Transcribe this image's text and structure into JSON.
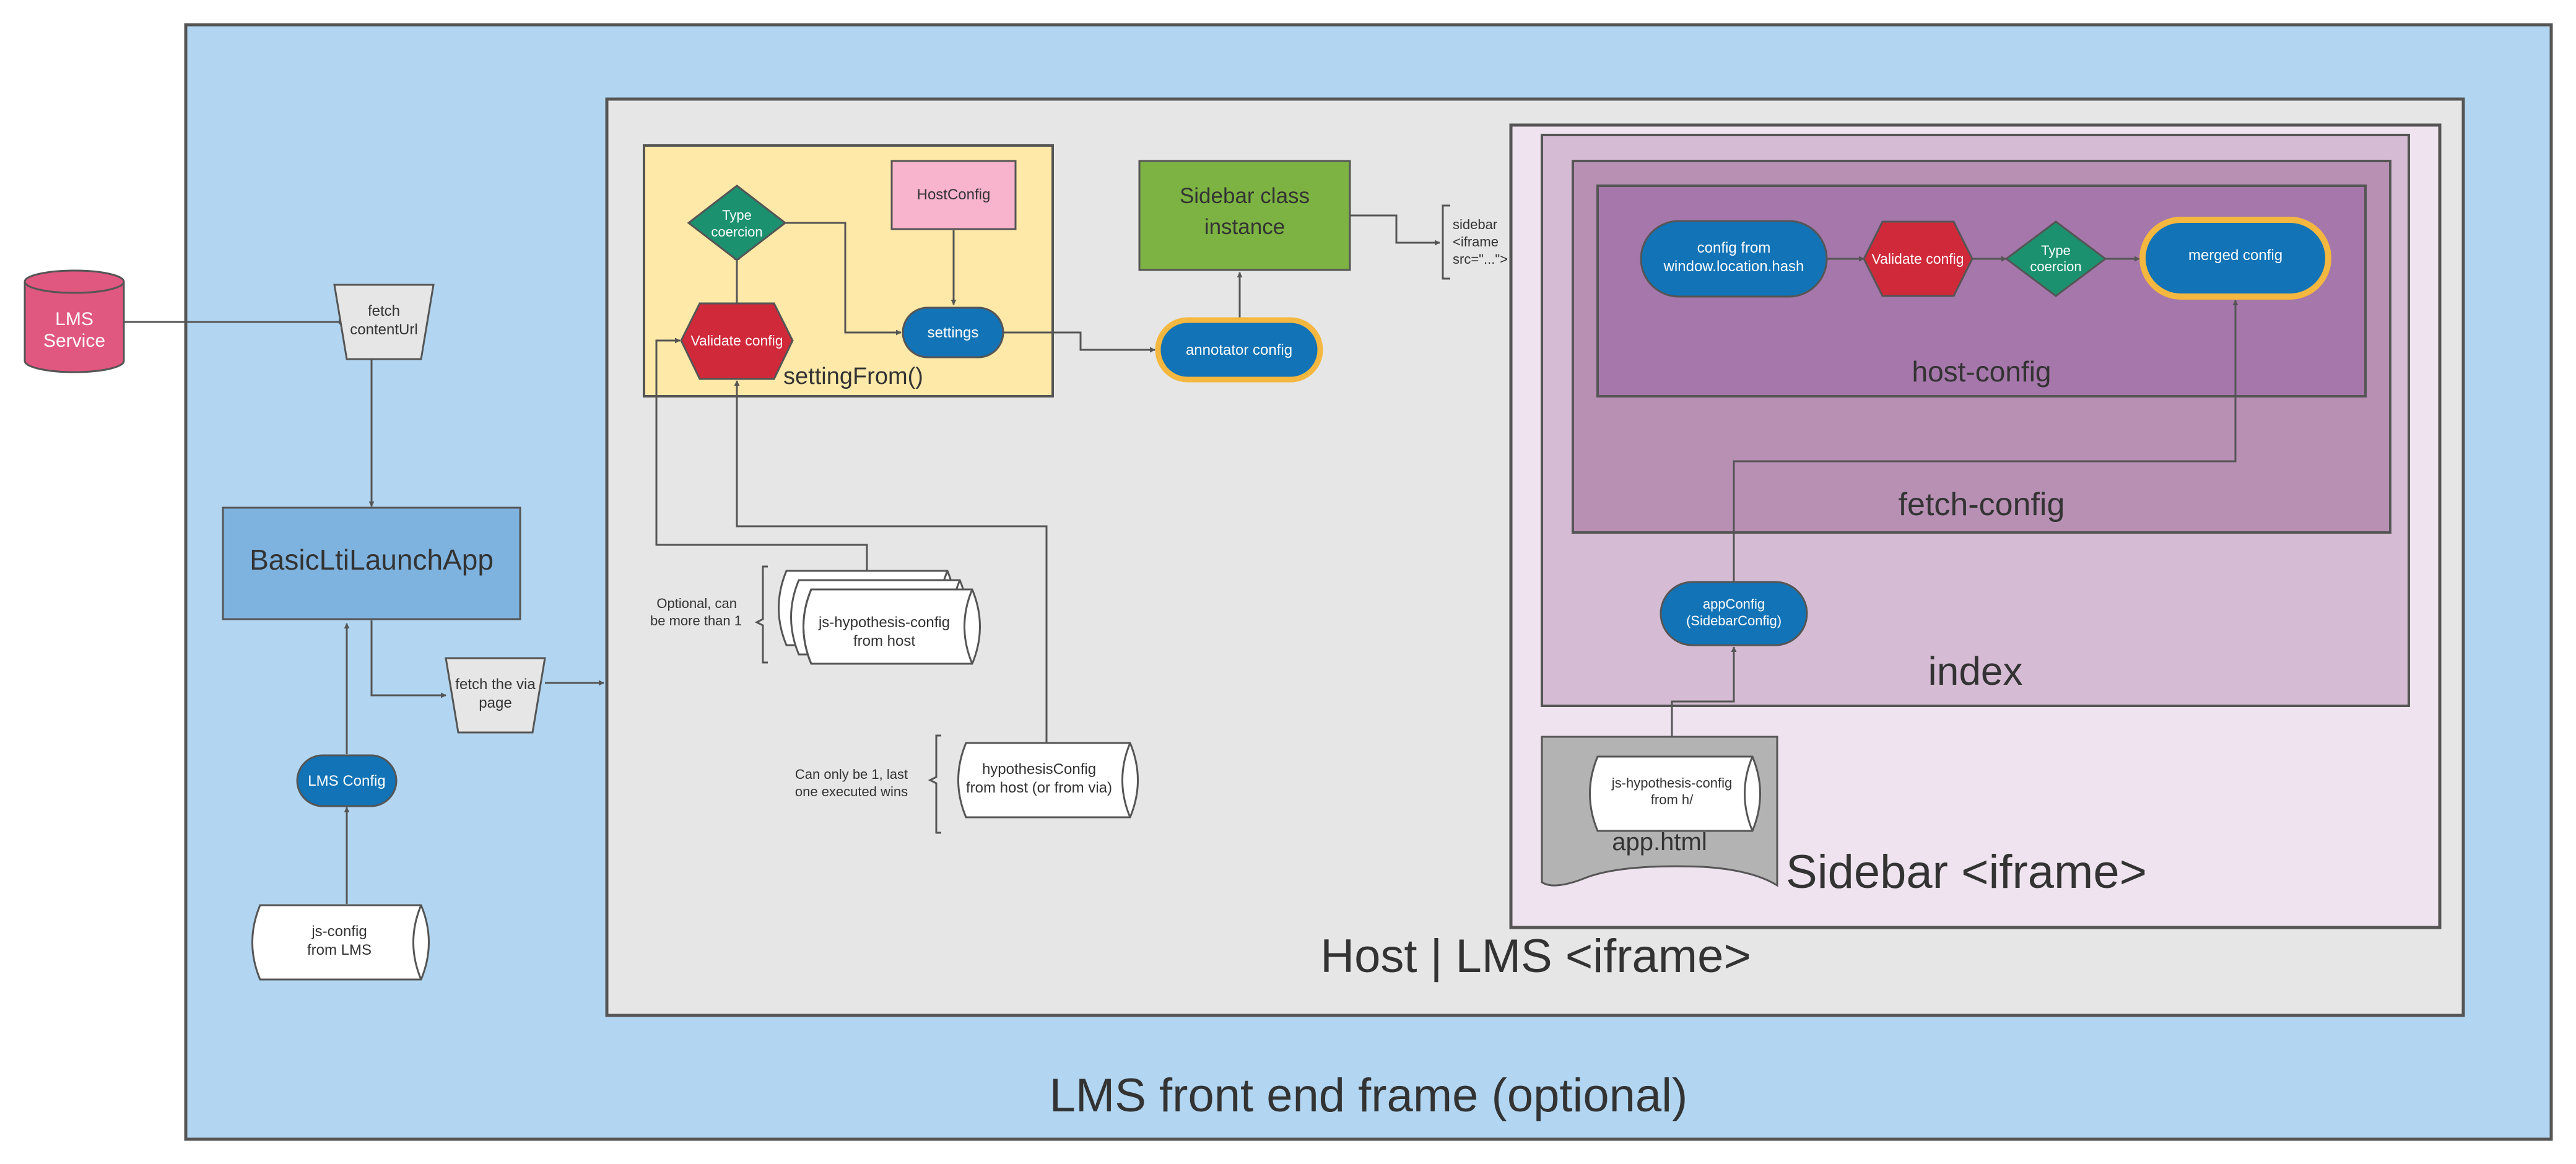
{
  "frames": {
    "lms_front_end": "LMS front end frame (optional)",
    "host": "Host | LMS <iframe>",
    "sidebar_iframe": "Sidebar <iframe>",
    "index": "index",
    "fetch_config": "fetch-config",
    "host_config": "host-config",
    "setting_from": "settingFrom()"
  },
  "nodes": {
    "lms_service": [
      "LMS",
      "Service"
    ],
    "fetch_content_url": [
      "fetch",
      "contentUrl"
    ],
    "basic_lti_launch_app": "BasicLtiLaunchApp",
    "fetch_via_page": [
      "fetch the via",
      "page"
    ],
    "lms_config": "LMS Config",
    "js_config": [
      "js-config",
      "from LMS"
    ],
    "type_coercion_1": [
      "Type",
      "coercion"
    ],
    "host_config_box": "HostConfig",
    "validate_config_1": "Validate config",
    "settings": "settings",
    "sidebar_class_instance": [
      "Sidebar class",
      "instance"
    ],
    "annotator_config": "annotator config",
    "sidebar_iframe_note": [
      "sidebar",
      "<iframe",
      "src=\"...\">"
    ],
    "js_hypothesis_config_host": [
      "js-hypothesis-config",
      "from host"
    ],
    "optional_note": [
      "Optional, can",
      "be more than 1"
    ],
    "hypothesis_config_host": [
      "hypothesisConfig",
      "from host (or from via)"
    ],
    "only_one_note": [
      "Can only be 1, last",
      "one executed wins"
    ],
    "config_from_hash": [
      "config from",
      "window.location.hash"
    ],
    "validate_config_2": "Validate config",
    "type_coercion_2": [
      "Type",
      "coercion"
    ],
    "merged_config": "merged config",
    "app_config": [
      "appConfig",
      "(SidebarConfig)"
    ],
    "js_hypothesis_config_h": [
      "js-hypothesis-config",
      "from h/"
    ],
    "app_html": "app.html"
  },
  "colors": {
    "lms_frame_bg": "#b2d6f1",
    "host_frame_bg": "#e6e6e6",
    "sidebar_iframe_bg": "#efe3f0",
    "index_bg": "#d5bcd4",
    "fetch_config_bg": "#b790b4",
    "host_config_bg": "#a577aa",
    "setting_from_bg": "#ffe9a8",
    "blue_node": "#1273b6",
    "red_node": "#d0293a",
    "green_diamond": "#1b9170",
    "sidebar_class_green": "#7cb342",
    "host_config_pink": "#f8b4cc",
    "lms_service_pink": "#e0577f",
    "highlight_yellow": "#f4b73f"
  }
}
